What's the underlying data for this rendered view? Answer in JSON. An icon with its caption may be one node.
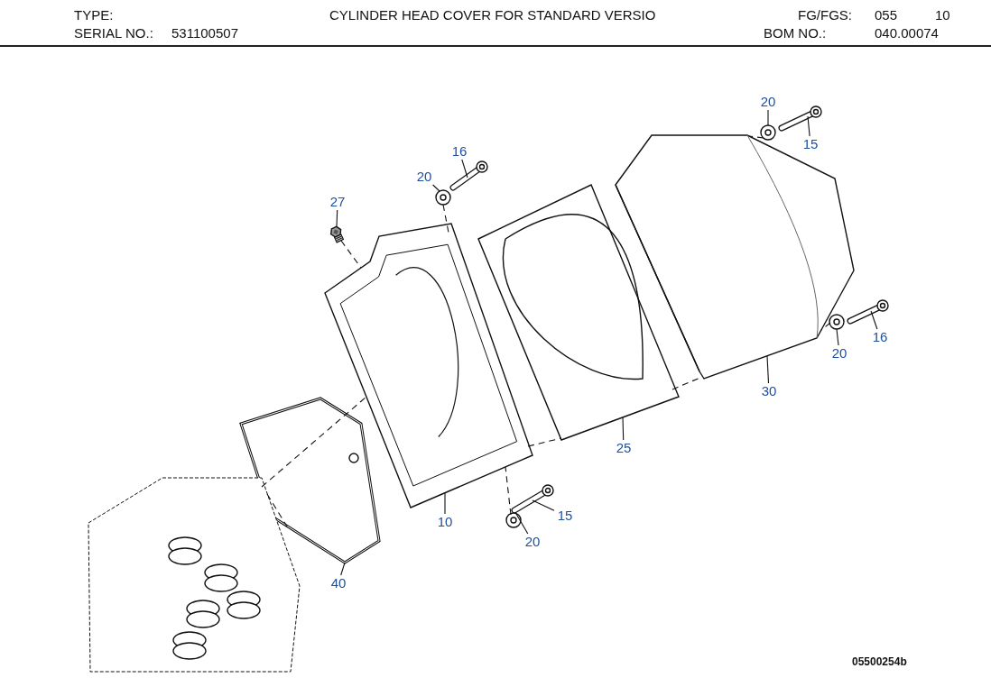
{
  "diagram": {
    "title": "CYLINDER HEAD COVER FOR STANDARD VERSIO",
    "nodes": [
      {
        "text": [
          "27"
        ]
      },
      {
        "text": [],
        "shape": "picture"
      },
      {
        "text": [
          "16"
        ]
      },
      {
        "text": [],
        "shape": "picture"
      },
      {
        "text": [
          "20"
        ]
      },
      {
        "text": [],
        "shape": "picture"
      },
      {
        "text": [
          "20"
        ]
      },
      {
        "text": [],
        "shape": "picture"
      },
      {
        "text": [
          "15"
        ]
      },
      {
        "text": [],
        "shape": "picture"
      },
      {
        "text": [
          "16"
        ]
      },
      {
        "text": [],
        "shape": "picture"
      },
      {
        "text": [
          "20"
        ]
      },
      {
        "text": [],
        "shape": "picture"
      },
      {
        "text": [
          "30"
        ]
      },
      {
        "text": [],
        "shape": "picture"
      },
      {
        "text": [
          "25"
        ]
      },
      {
        "text": [],
        "shape": "picture"
      },
      {
        "text": [
          "10"
        ]
      },
      {
        "text": [],
        "shape": "picture"
      },
      {
        "text": [
          "15"
        ]
      },
      {
        "text": [],
        "shape": "picture"
      },
      {
        "text": [
          "20"
        ]
      },
      {
        "text": [],
        "shape": "picture"
      },
      {
        "text": [
          "40"
        ]
      },
      {
        "text": [],
        "shape": "picture"
      },
      {
        "text": [],
        "shape": "picture"
      }
    ],
    "edges": [
      {
        "from": 0,
        "to": 1,
        "arrow": "none"
      },
      {
        "from": 2,
        "to": 3,
        "arrow": "none"
      },
      {
        "from": 4,
        "to": 5,
        "arrow": "none"
      },
      {
        "from": 6,
        "to": 7,
        "arrow": "none"
      },
      {
        "from": 8,
        "to": 9,
        "arrow": "none"
      },
      {
        "from": 10,
        "to": 11,
        "arrow": "none"
      },
      {
        "from": 12,
        "to": 13,
        "arrow": "none"
      },
      {
        "from": 14,
        "to": 15,
        "arrow": "none"
      },
      {
        "from": 16,
        "to": 17,
        "arrow": "none"
      },
      {
        "from": 18,
        "to": 19,
        "arrow": "none"
      },
      {
        "from": 20,
        "to": 21,
        "arrow": "none"
      },
      {
        "from": 22,
        "to": 23,
        "arrow": "none"
      },
      {
        "from": 24,
        "to": 25,
        "arrow": "none"
      },
      {
        "from": 5,
        "to": 19,
        "arrow": "none",
        "style": "dashed"
      },
      {
        "from": 7,
        "to": 15,
        "arrow": "none",
        "style": "dashed"
      },
      {
        "from": 13,
        "to": 15,
        "arrow": "none",
        "style": "dashed"
      },
      {
        "from": 23,
        "to": 19,
        "arrow": "none",
        "style": "dashed"
      },
      {
        "from": 1,
        "to": 19,
        "arrow": "none",
        "style": "dashed"
      },
      {
        "from": 19,
        "to": 17,
        "arrow": "none",
        "style": "dashed"
      },
      {
        "from": 17,
        "to": 15,
        "arrow": "none",
        "style": "dashed"
      },
      {
        "from": 25,
        "to": 19,
        "arrow": "none",
        "style": "dashed"
      },
      {
        "from": 26,
        "to": 25,
        "arrow": "none",
        "style": "dashed"
      }
    ],
    "labels": [
      "TYPE:",
      "SERIAL NO.:",
      "531100507",
      "FG/FGS:",
      "055",
      "10",
      "BOM NO.:",
      "040.00074",
      "05500254b"
    ]
  }
}
